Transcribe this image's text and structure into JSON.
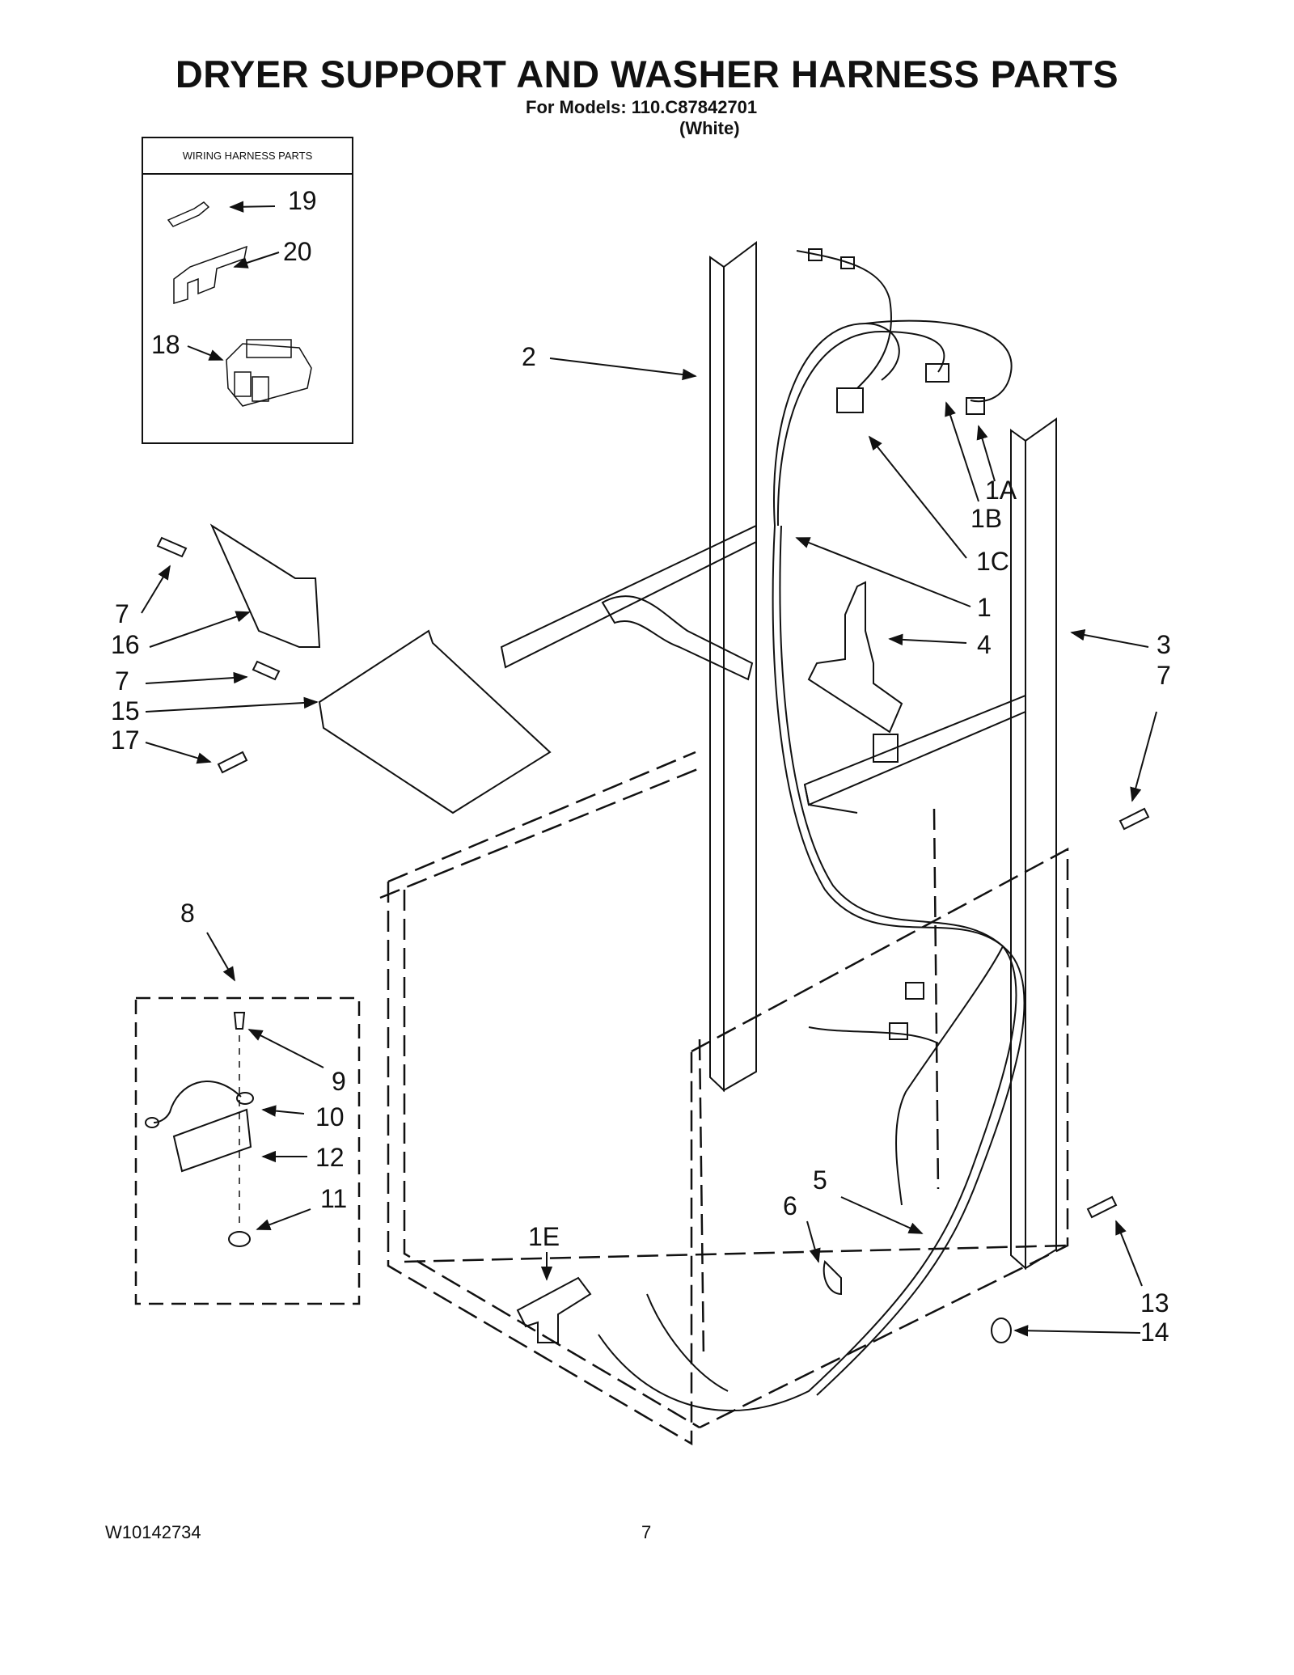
{
  "page": {
    "title": "DRYER SUPPORT AND WASHER HARNESS PARTS",
    "models_line": "For Models: 110.C87842701",
    "color_line": "(White)",
    "doc_number": "W10142734",
    "page_number": "7"
  },
  "inset_box": {
    "title": "WIRING HARNESS PARTS"
  },
  "callouts": {
    "c19": "19",
    "c20": "20",
    "c18": "18",
    "c2": "2",
    "c1A": "1A",
    "c1B": "1B",
    "c1C": "1C",
    "c1": "1",
    "c4": "4",
    "c3": "3",
    "c7a": "7",
    "c7b": "7",
    "c7c": "7",
    "c16": "16",
    "c15": "15",
    "c17": "17",
    "c8": "8",
    "c9": "9",
    "c10": "10",
    "c12": "12",
    "c11": "11",
    "c5": "5",
    "c6": "6",
    "c1E": "1E",
    "c13": "13",
    "c14": "14"
  }
}
